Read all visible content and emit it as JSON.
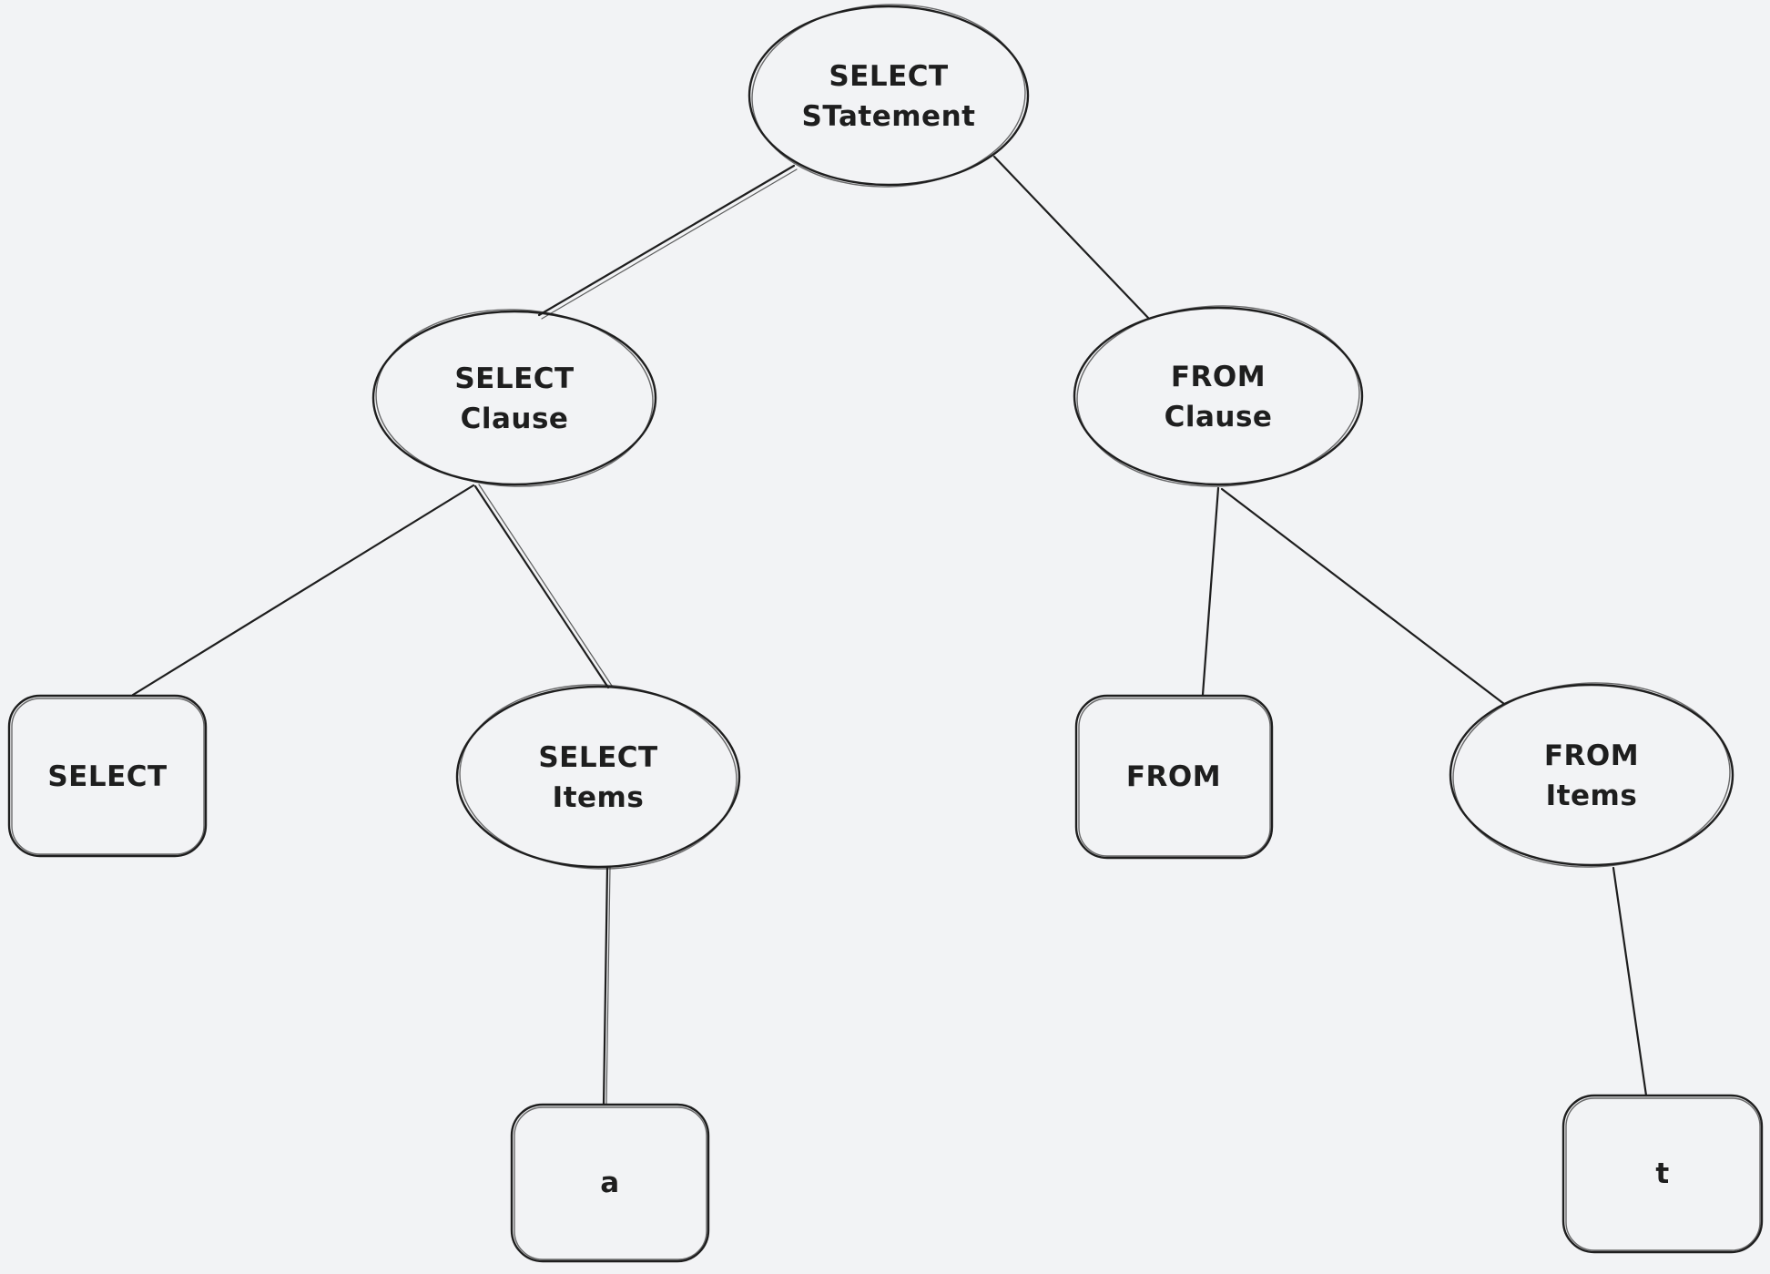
{
  "canvas": {
    "background_color": "#f2f3f5",
    "stroke_color": "#1e1e1e"
  },
  "nodes": {
    "select_statement": {
      "shape": "ellipse",
      "line1": "SELECT",
      "line2": "STatement"
    },
    "select_clause": {
      "shape": "ellipse",
      "line1": "SELECT",
      "line2": "Clause"
    },
    "from_clause": {
      "shape": "ellipse",
      "line1": "FROM",
      "line2": "Clause"
    },
    "select_keyword": {
      "shape": "rounded-rectangle",
      "line1": "SELECT"
    },
    "select_items": {
      "shape": "ellipse",
      "line1": "SELECT",
      "line2": "Items"
    },
    "from_keyword": {
      "shape": "rounded-rectangle",
      "line1": "FROM"
    },
    "from_items": {
      "shape": "ellipse",
      "line1": "FROM",
      "line2": "Items"
    },
    "item_a": {
      "shape": "rounded-rectangle",
      "line1": "a"
    },
    "item_t": {
      "shape": "rounded-rectangle",
      "line1": "t"
    }
  },
  "edges": [
    {
      "from": "select_statement",
      "to": "select_clause"
    },
    {
      "from": "select_statement",
      "to": "from_clause"
    },
    {
      "from": "select_clause",
      "to": "select_keyword"
    },
    {
      "from": "select_clause",
      "to": "select_items"
    },
    {
      "from": "from_clause",
      "to": "from_keyword"
    },
    {
      "from": "from_clause",
      "to": "from_items"
    },
    {
      "from": "select_items",
      "to": "item_a"
    },
    {
      "from": "from_items",
      "to": "item_t"
    }
  ]
}
